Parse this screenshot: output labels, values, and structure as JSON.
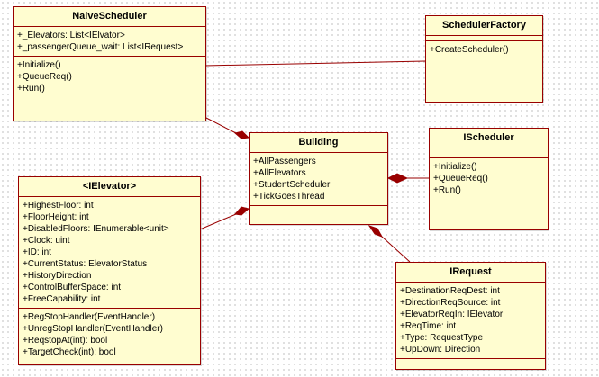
{
  "classes": {
    "naive": {
      "name": "NaiveScheduler",
      "attributes": [
        "+_Elevators: List<IElvator>",
        "+_passengerQueue_wait: List<IRequest>"
      ],
      "operations": [
        "+Initialize()",
        "+QueueReq()",
        "+Run()"
      ]
    },
    "factory": {
      "name": "SchedulerFactory",
      "attributes": [],
      "operations": [
        "+CreateScheduler()"
      ]
    },
    "building": {
      "name": "Building",
      "attributes": [
        "+AllPassengers",
        "+AllElevators",
        "+StudentScheduler",
        "+TickGoesThread"
      ],
      "operations": []
    },
    "ischeduler": {
      "name": "IScheduler",
      "attributes": [],
      "operations": [
        "+Initialize()",
        "+QueueReq()",
        "+Run()"
      ]
    },
    "ielevator": {
      "name": "<IElevator>",
      "attributes": [
        "+HighestFloor: int",
        "+FloorHeight: int",
        "+DisabledFloors: IEnumerable<unit>",
        "+Clock: uint",
        "+ID: int",
        "+CurrentStatus: ElevatorStatus",
        "+HistoryDirection",
        "+ControlBufferSpace: int",
        "+FreeCapability: int"
      ],
      "operations": [
        "+RegStopHandler(EventHandler)",
        "+UnregStopHandler(EventHandler)",
        "+ReqstopAt(int): bool",
        "+TargetCheck(int): bool"
      ]
    },
    "irequest": {
      "name": "IRequest",
      "attributes": [
        "+DestinationReqDest: int",
        "+DirectionReqSource: int",
        "+ElevatorReqIn: IElevator",
        "+ReqTime: int",
        "+Type: RequestType",
        "+UpDown: Direction"
      ],
      "operations": []
    }
  },
  "colors": {
    "line": "#990000",
    "fill": "#fffdd0"
  }
}
